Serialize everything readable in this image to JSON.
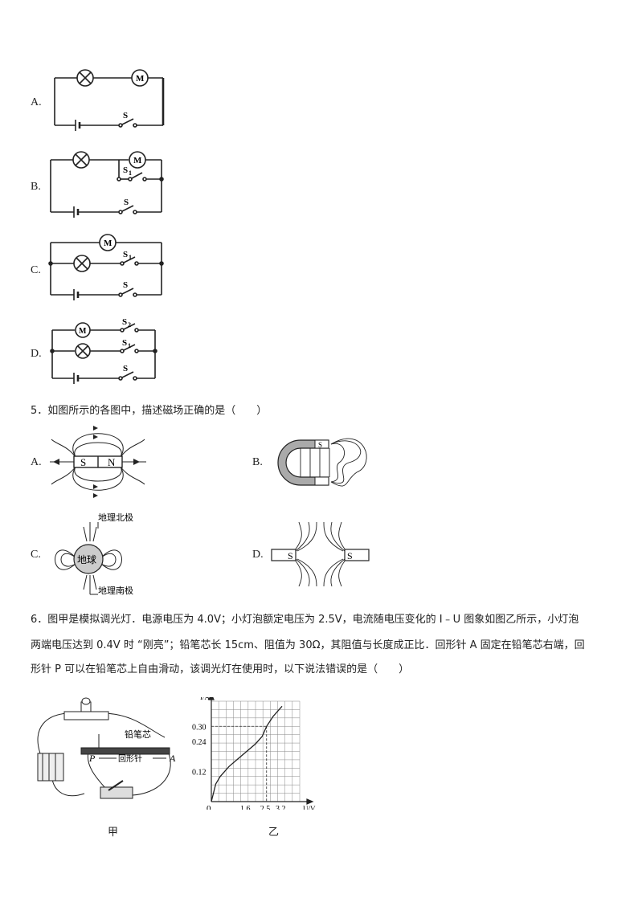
{
  "q4_options": {
    "a": "A.",
    "b": "B.",
    "c": "C.",
    "d": "D."
  },
  "circuit_labels": {
    "motor": "M",
    "switch_s": "S",
    "switch_s1": "S",
    "switch_s2": "S",
    "sub1": "1",
    "sub2": "2"
  },
  "q5": {
    "stem": "5．如图所示的各图中，描述磁场正确的是（　　）",
    "a": "A.",
    "b": "B.",
    "c": "C.",
    "d": "D.",
    "magnet_s": "S",
    "magnet_n": "N",
    "geo_north": "地理北极",
    "geo_south": "地理南极",
    "earth": "地球"
  },
  "q6": {
    "line1": "6．图甲是模拟调光灯．电源电压为 4.0V；小灯泡额定电压为 2.5V，电流随电压变化的 I﹣U 图象如图乙所示，小灯泡",
    "line2": "两端电压达到 0.4V 时 “刚亮”；铅笔芯长 15cm、阻值为 30Ω，其阻值与长度成正比．回形针 A 固定在铅笔芯右端，回",
    "line3": "形针 P 可以在铅笔芯上自由滑动，该调光灯在使用时，以下说法错误的是（　　）",
    "pencil_lead": "铅笔芯",
    "paper_clip": "回形针",
    "p": "P",
    "a_end": "A",
    "cap_jia": "甲",
    "cap_yi": "乙"
  },
  "chart_data": {
    "type": "line",
    "ylabel": "I/A",
    "xlabel": "U/V",
    "x_ticks": [
      "1.6",
      "2.5",
      "3.2"
    ],
    "y_ticks": [
      "0.30",
      "0.24",
      "0.12"
    ],
    "origin": "0",
    "series": [
      {
        "x": [
          0,
          0.2,
          0.4,
          0.8,
          1.2,
          1.6,
          2.0,
          2.3,
          2.5,
          2.8,
          3.2
        ],
        "y": [
          0,
          0.07,
          0.1,
          0.14,
          0.17,
          0.2,
          0.23,
          0.26,
          0.3,
          0.34,
          0.38
        ]
      }
    ],
    "xlim": [
      0,
      4
    ],
    "ylim": [
      0,
      0.4
    ],
    "grid": true
  }
}
